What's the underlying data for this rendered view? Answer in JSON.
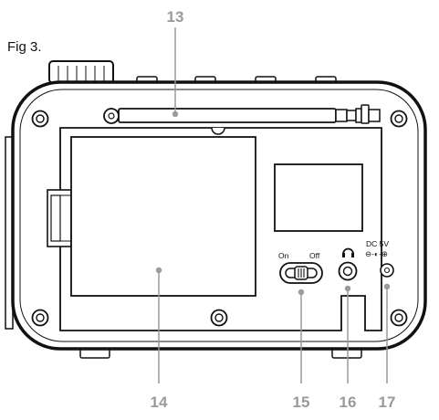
{
  "figure_label": "Fig 3.",
  "callouts": {
    "antenna": "13",
    "battery_cover": "14",
    "power_switch": "15",
    "headphone_jack": "16",
    "dc_input": "17"
  },
  "switch": {
    "on_label": "On",
    "off_label": "Off"
  },
  "dc": {
    "label": "DC 5V",
    "polarity_symbol": "⊖-◐-⊕"
  },
  "icons": {
    "headphone": "headphone-icon",
    "dc_jack": "dc-jack-icon",
    "screw": "screw-icon",
    "antenna": "antenna-icon"
  },
  "colors": {
    "line": "#111111",
    "callout_text": "#9a9a9a",
    "callout_line": "#9a9a9a",
    "background": "#ffffff"
  }
}
